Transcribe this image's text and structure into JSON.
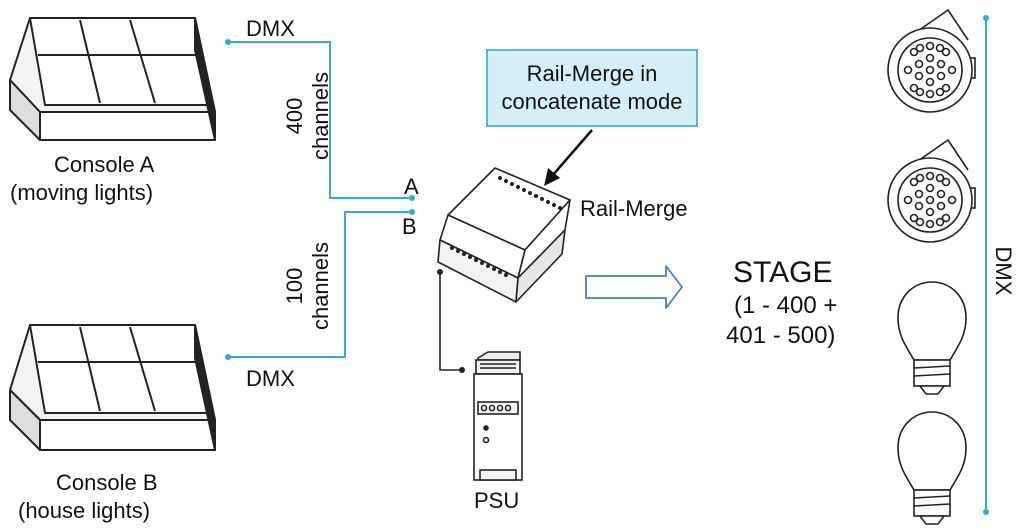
{
  "console_a": {
    "line1": "Console A",
    "line2": "(moving lights)"
  },
  "console_b": {
    "line1": "Console B",
    "line2": "(house lights)"
  },
  "dmx_top": "DMX",
  "dmx_bottom": "DMX",
  "channels_a": {
    "line1": "400",
    "line2": "channels"
  },
  "channels_b": {
    "line1": "100",
    "line2": "channels"
  },
  "input_a": "A",
  "input_b": "B",
  "callout": {
    "line1": "Rail-Merge in",
    "line2": "concatenate mode"
  },
  "device_label": "Rail-Merge",
  "psu_label": "PSU",
  "stage": {
    "title": "STAGE",
    "line1": "(1 - 400 +",
    "line2": "401 - 500)"
  },
  "dmx_output": "DMX",
  "colors": {
    "accent": "#3aa6d8",
    "callout_fill": "#d6eef8",
    "arrow": "#4a7fb8",
    "stroke": "#222222"
  }
}
